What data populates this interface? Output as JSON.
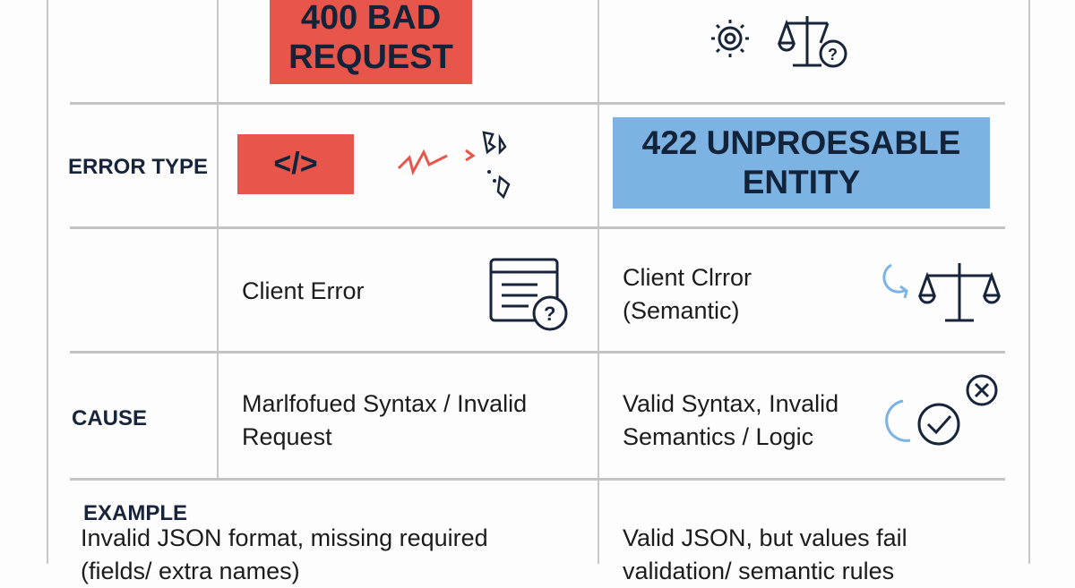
{
  "header": {
    "bad_request": "400 BAD\nREQUEST",
    "bad_request_l1": "400 BAD",
    "bad_request_l2": "REQUEST"
  },
  "rows": {
    "error_type": {
      "label": "ERROR TYPE",
      "col422_l1": "422 UNPROESABLE",
      "col422_l2": "ENTITY"
    },
    "category": {
      "col400": "Client Error",
      "col422_l1": "Client Clrror",
      "col422_l2": "(Semantic)"
    },
    "cause": {
      "label": "CAUSE",
      "col400_l1": "Marlfofued Syntax / Invalid",
      "col400_l2": "Request",
      "col422_l1": "Valid Syntax, Invalid",
      "col422_l2": "Semantics / Logic"
    },
    "example": {
      "label": "EXAMPLE",
      "col400_l1": "Invalid JSON format, missing required",
      "col400_l2": "(fields/ extra names)",
      "col422_l1": "Valid JSON, but values fail",
      "col422_l2": "validation/ semantic rules"
    }
  },
  "colors": {
    "red": "#e8564b",
    "blue": "#7db3e3",
    "ink": "#17243a"
  }
}
